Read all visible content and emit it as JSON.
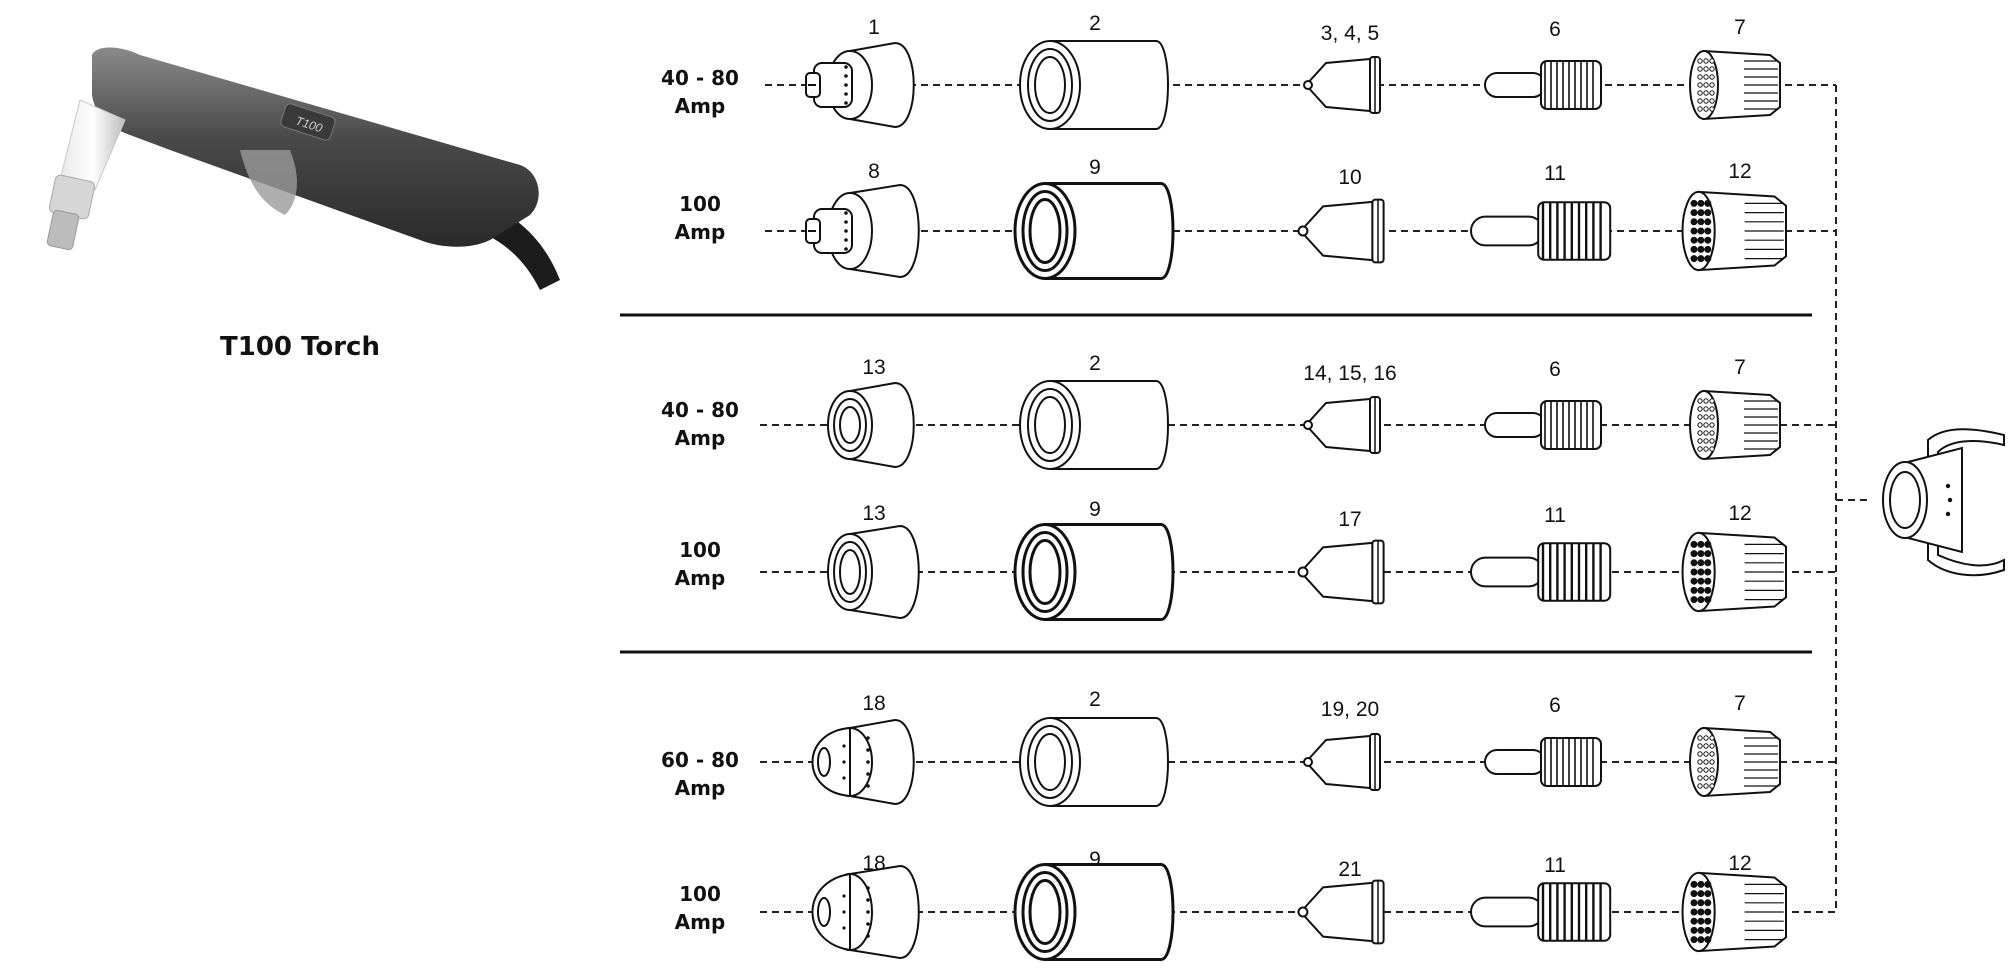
{
  "torch": {
    "caption": "T100 Torch",
    "model_mark": "T100"
  },
  "sections": [
    {
      "rows": [
        {
          "amp_line1": "40 - 80",
          "amp_line2": "Amp",
          "parts": [
            "1",
            "2",
            "3, 4, 5",
            "6",
            "7"
          ]
        },
        {
          "amp_line1": "100",
          "amp_line2": "Amp",
          "parts": [
            "8",
            "9",
            "10",
            "11",
            "12"
          ]
        }
      ]
    },
    {
      "rows": [
        {
          "amp_line1": "40 - 80",
          "amp_line2": "Amp",
          "parts": [
            "13",
            "2",
            "14, 15, 16",
            "6",
            "7"
          ]
        },
        {
          "amp_line1": "100",
          "amp_line2": "Amp",
          "parts": [
            "13",
            "9",
            "17",
            "11",
            "12"
          ]
        }
      ]
    },
    {
      "rows": [
        {
          "amp_line1": "60 - 80",
          "amp_line2": "Amp",
          "parts": [
            "18",
            "2",
            "19, 20",
            "6",
            "7"
          ]
        },
        {
          "amp_line1": "100",
          "amp_line2": "Amp",
          "parts": [
            "18",
            "9",
            "21",
            "11",
            "12"
          ]
        }
      ]
    }
  ]
}
